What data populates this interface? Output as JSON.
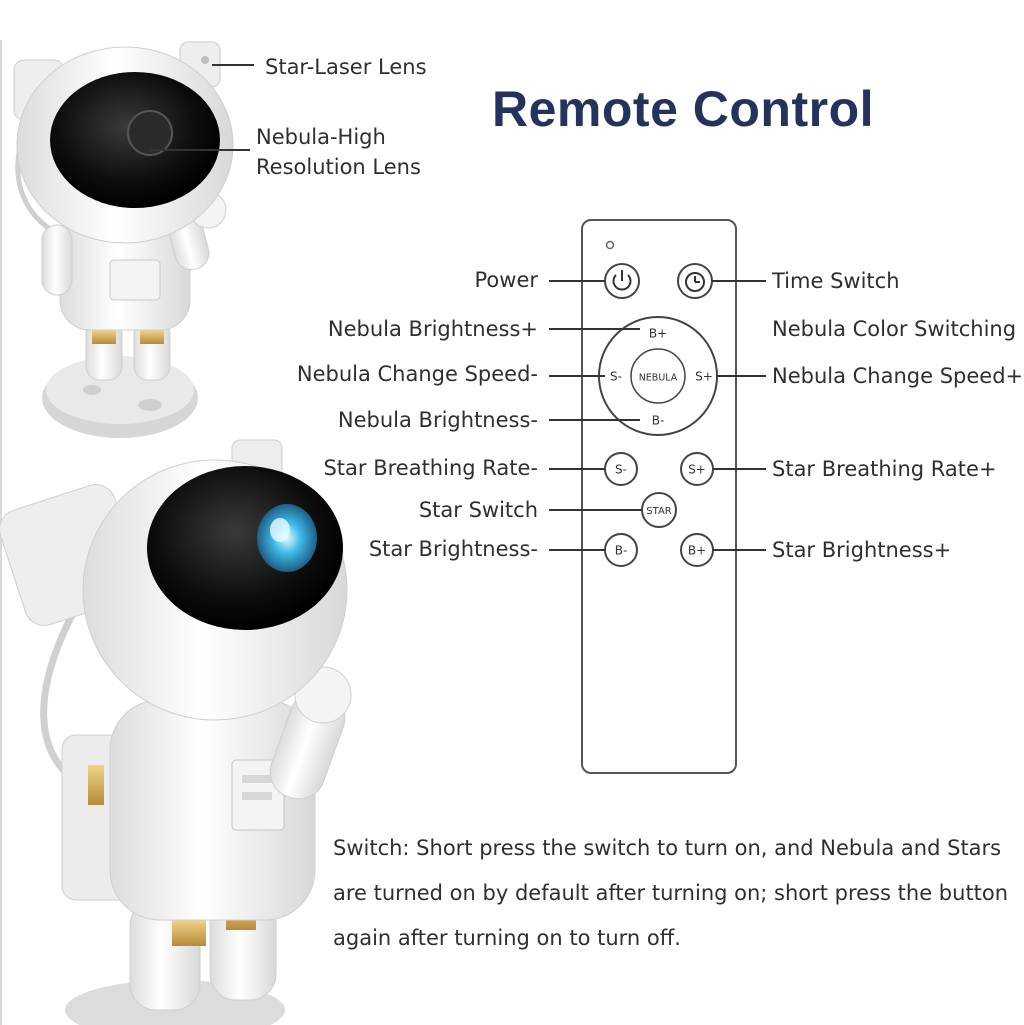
{
  "title": "Remote Control",
  "lens_labels": {
    "star_laser": "Star-Laser Lens",
    "nebula_line1": "Nebula-High",
    "nebula_line2": "Resolution Lens"
  },
  "callouts": {
    "power": "Power",
    "time_switch": "Time Switch",
    "nebula_brightness_up": "Nebula Brightness+",
    "nebula_color_switching": "Nebula Color Switching",
    "nebula_speed_down": "Nebula Change Speed-",
    "nebula_speed_up": "Nebula Change Speed+",
    "nebula_brightness_down": "Nebula Brightness-",
    "star_breathing_down": "Star Breathing Rate-",
    "star_breathing_up": "Star Breathing Rate+",
    "star_switch": "Star Switch",
    "star_brightness_down": "Star Brightness-",
    "star_brightness_up": "Star Brightness+"
  },
  "remote_buttons": {
    "b_plus": "B+",
    "b_minus": "B-",
    "s_minus": "S-",
    "s_plus": "S+",
    "nebula": "NEBULA",
    "star_s_minus": "S-",
    "star_s_plus": "S+",
    "star": "STAR",
    "star_b_minus": "B-",
    "star_b_plus": "B+"
  },
  "note_lines": [
    "Switch: Short press the switch to turn on, and Nebula and Stars",
    "are turned on by default after turning on; short press the button",
    "again after turning on to turn off."
  ],
  "colors": {
    "title": "#25325e",
    "lens_glow": "#3fb9e8",
    "gold_accent": "#d9b25a"
  }
}
